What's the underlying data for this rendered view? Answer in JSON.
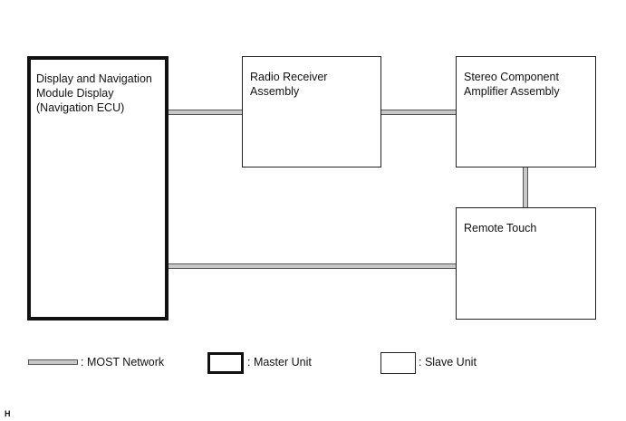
{
  "diagram": {
    "blocks": {
      "navigation_ecu": {
        "label": "Display and Navigation\nModule Display\n(Navigation ECU)",
        "role": "master"
      },
      "radio_receiver": {
        "label": "Radio Receiver\nAssembly",
        "role": "slave"
      },
      "stereo_amplifier": {
        "label": "Stereo Component\nAmplifier Assembly",
        "role": "slave"
      },
      "remote_touch": {
        "label": "Remote Touch",
        "role": "slave"
      }
    },
    "connections": [
      {
        "from": "navigation_ecu",
        "to": "radio_receiver",
        "type": "MOST Network"
      },
      {
        "from": "radio_receiver",
        "to": "stereo_amplifier",
        "type": "MOST Network"
      },
      {
        "from": "stereo_amplifier",
        "to": "remote_touch",
        "type": "MOST Network"
      },
      {
        "from": "remote_touch",
        "to": "navigation_ecu",
        "type": "MOST Network"
      }
    ]
  },
  "legend": {
    "most_network": ": MOST Network",
    "master_unit": ": Master Unit",
    "slave_unit": ": Slave Unit"
  },
  "figure_code": "H",
  "colors": {
    "bus_fill": "#c8c8c8",
    "bus_edge": "#555555",
    "outline": "#111111"
  }
}
